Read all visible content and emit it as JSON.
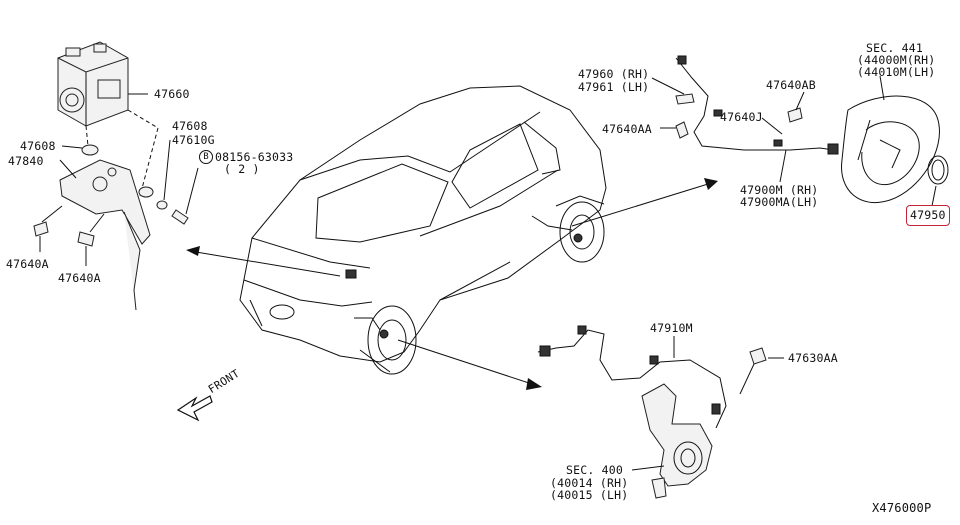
{
  "parts": {
    "p47660": "47660",
    "p47608": "47608",
    "p47610g": "47610G",
    "p47608b": "47608",
    "p47840": "47840",
    "bolt_circle": "B",
    "bolt_code": "08156-63033",
    "bolt_qty": "( 2 )",
    "p47640a_1": "47640A",
    "p47640a_2": "47640A",
    "p47960": "47960 (RH)",
    "p47961": "47961 (LH)",
    "p47640aa": "47640AA",
    "p47640ab": "47640AB",
    "p47640j": "47640J",
    "p47900m": "47900M (RH)",
    "p47900ma": "47900MA(LH)",
    "sec441": "SEC. 441",
    "p44000m": "(44000M(RH)",
    "p44010m": "(44010M(LH)",
    "p47950": "47950",
    "p47910m": "47910M",
    "p47630aa": "47630AA",
    "sec400": "SEC. 400",
    "p40014": "(40014 (RH)",
    "p40015": "(40015 (LH)",
    "front": "FRONT",
    "diagram_id": "X476000P"
  },
  "colors": {
    "highlight": "#c4243a",
    "line": "#111111"
  }
}
